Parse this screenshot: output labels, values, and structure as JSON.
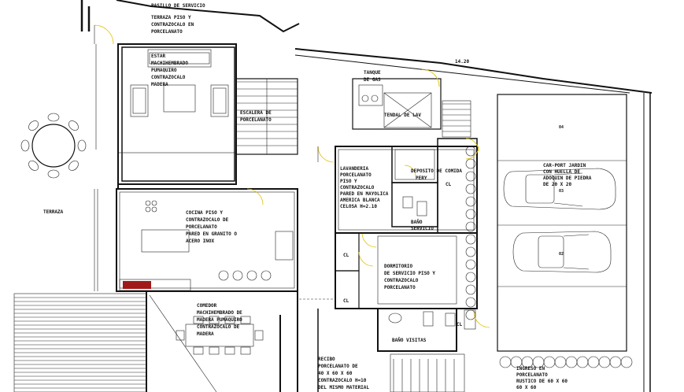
{
  "labels": {
    "pasillo": "PASILLO DE SERVICIO",
    "terraza_top_1": "TERRAZA PISO Y",
    "terraza_top_2": "CONTRAZOCALO EN",
    "terraza_top_3": "PORCELANATO",
    "estar_1": "ESTAR",
    "estar_2": "MACHIHEMBRADO",
    "estar_3": "PUMAQUIRO",
    "estar_4": "CONTRAZOCALO",
    "estar_5": "MADERA",
    "escalera_1": "ESCALERA DE",
    "escalera_2": "PORCELANATO",
    "tanque_1": "TANQUE",
    "tanque_2": "DE GAS",
    "tendal": "TENDAL DE LAV",
    "lav_1": "LAVANDERIA",
    "lav_2": "PORCELANATO",
    "lav_3": "PISO Y",
    "lav_4": "CONTRAZOCALO",
    "lav_5": "PARED EN MAYOLICA",
    "lav_6": "AMERICA BLANCA",
    "lav_7": "CELOSA H=2.10",
    "deposito_1": "DEPOSITO DE COMIDA",
    "deposito_2": "PERY",
    "cl1": "CL",
    "cl2": "CL",
    "cl3": "CL",
    "cl4": "CL",
    "bano_1": "BAÑO",
    "bano_2": "SERVICIO",
    "terraza_left": "TERRAZA",
    "cocina_1": "COCINA PISO Y",
    "cocina_2": "CONTRAZOCALO DE",
    "cocina_3": "PORCELANATO",
    "cocina_4": "PARED EN GRANITO O",
    "cocina_5": "ACERO INOX",
    "dorm_1": "DORMITORIO",
    "dorm_2": "DE SERVICIO PISO Y",
    "dorm_3": "CONTRAZOCALO",
    "dorm_4": "PORCELANATO",
    "comedor_1": "COMEDOR",
    "comedor_2": "MACHIHEMBRADO DE",
    "comedor_3": "MADERA PUMAQUIRO",
    "comedor_4": "CONTRAZOCALO DE",
    "comedor_5": "MADERA",
    "bano_visitas": "BAÑO VISITAS",
    "recibo_1": "RECIBO",
    "recibo_2": "PORCELANATO DE",
    "recibo_3": "40 X 60 X 60",
    "recibo_4": "CONTRAZOCALO H=10",
    "recibo_5": "DEL MISMO MATERIAL",
    "carport_1": "CAR-PORT JARDIN",
    "carport_2": "CON HUELLA DE",
    "carport_3": "ADOQUIN DE PIEDRA",
    "carport_4": "DE 20 X 20",
    "ingreso_1": "INGRESO EN",
    "ingreso_2": "PORCELANATO",
    "ingreso_3": "RUSTICO DE 60 X 60",
    "ingreso_4": "60 X 60",
    "dim": "14.20",
    "n04": "04",
    "n03": "03",
    "n02": "02"
  }
}
